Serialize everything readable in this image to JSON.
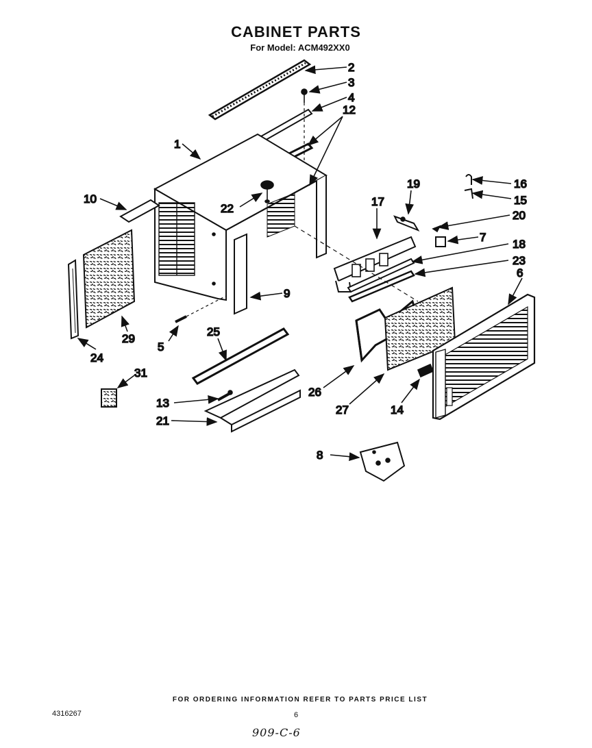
{
  "header": {
    "title": "CABINET PARTS",
    "subtitle": "For Model: ACM492XX0"
  },
  "diagram": {
    "part_labels": [
      "1",
      "2",
      "3",
      "4",
      "5",
      "6",
      "7",
      "8",
      "9",
      "10",
      "12",
      "13",
      "14",
      "15",
      "16",
      "17",
      "18",
      "19",
      "20",
      "21",
      "22",
      "23",
      "24",
      "25",
      "26",
      "27",
      "29",
      "31"
    ]
  },
  "footer": {
    "ordering_note": "FOR ORDERING INFORMATION REFER TO PARTS PRICE LIST",
    "doc_number": "4316267",
    "page_number": "6",
    "handwritten_code": "909-C-6"
  }
}
